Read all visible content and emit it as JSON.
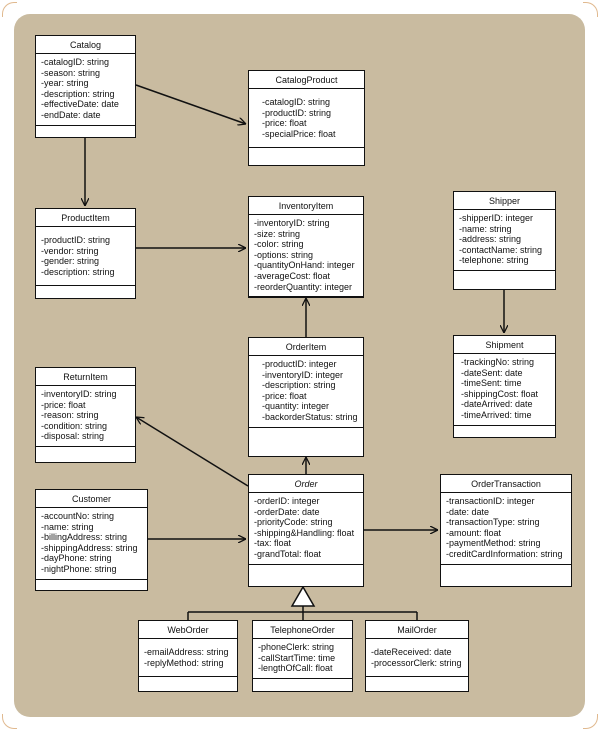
{
  "diagram": {
    "colors": {
      "panel": "#c9bba0",
      "line": "#111111",
      "box": "#ffffff",
      "corner": "#e0b98f"
    },
    "classes": {
      "catalog": {
        "name": "Catalog",
        "attrs": [
          "-catalogID: string",
          "-season: string",
          "-year: string",
          "-description: string",
          "-effectiveDate: date",
          "-endDate: date"
        ]
      },
      "catalog_product": {
        "name": "CatalogProduct",
        "attrs": [
          "-catalogID: string",
          "-productID: string",
          "-price: float",
          "-specialPrice: float"
        ]
      },
      "product_item": {
        "name": "ProductItem",
        "attrs": [
          "-productID: string",
          "-vendor: string",
          "-gender: string",
          "-description: string"
        ]
      },
      "inventory_item": {
        "name": "InventoryItem",
        "attrs": [
          "-inventoryID: string",
          "-size: string",
          "-color: string",
          "-options: string",
          "-quantityOnHand: integer",
          "-averageCost: float",
          "-reorderQuantity: integer"
        ]
      },
      "shipper": {
        "name": "Shipper",
        "attrs": [
          "-shipperID: integer",
          "-name: string",
          "-address: string",
          "-contactName: string",
          "-telephone: string"
        ]
      },
      "order_item": {
        "name": "OrderItem",
        "attrs": [
          "-productID: integer",
          "-inventoryID: integer",
          "-description: string",
          "-price: float",
          "-quantity: integer",
          "-backorderStatus: string"
        ]
      },
      "shipment": {
        "name": "Shipment",
        "attrs": [
          "-trackingNo: string",
          "-dateSent: date",
          "-timeSent: time",
          "-shippingCost: float",
          "-dateArrived: date",
          "-timeArrived: time"
        ]
      },
      "return_item": {
        "name": "ReturnItem",
        "attrs": [
          "-inventoryID: string",
          "-price: float",
          "-reason: string",
          "-condition: string",
          "-disposal: string"
        ]
      },
      "customer": {
        "name": "Customer",
        "attrs": [
          "-accountNo: string",
          "-name: string",
          "-billingAddress: string",
          "-shippingAddress: string",
          "-dayPhone: string",
          "-nightPhone: string"
        ]
      },
      "order": {
        "name": "Order",
        "attrs": [
          "-orderID: integer",
          "-orderDate: date",
          "-priorityCode: string",
          "-shipping&Handling: float",
          "-tax: float",
          "-grandTotal: float"
        ]
      },
      "order_transaction": {
        "name": "OrderTransaction",
        "attrs": [
          "-transactionID: integer",
          "-date: date",
          "-transactionType: string",
          "-amount: float",
          "-paymentMethod: string",
          "-creditCardInformation: string"
        ]
      },
      "web_order": {
        "name": "WebOrder",
        "attrs": [
          "-emailAddress: string",
          "-replyMethod: string"
        ]
      },
      "telephone_order": {
        "name": "TelephoneOrder",
        "attrs": [
          "-phoneClerk: string",
          "-callStartTime: time",
          "-lengthOfCall: float"
        ]
      },
      "mail_order": {
        "name": "MailOrder",
        "attrs": [
          "-dateReceived: date",
          "-processorClerk: string"
        ]
      }
    }
  }
}
